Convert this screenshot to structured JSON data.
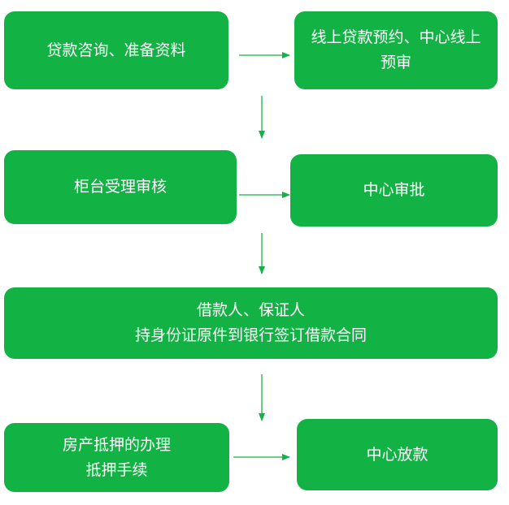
{
  "colors": {
    "box_fill": "#13b244",
    "box_text": "#ffffff",
    "arrow": "#13b244"
  },
  "steps": {
    "consult": {
      "lines": [
        "贷款咨询、准备资料"
      ]
    },
    "online_reserve": {
      "lines": [
        "线上贷款预约、中心线上",
        "预审"
      ]
    },
    "counter_review": {
      "lines": [
        "柜台受理审核"
      ]
    },
    "center_approve": {
      "lines": [
        "中心审批"
      ]
    },
    "sign_contract": {
      "lines": [
        "借款人、保证人",
        "持身份证原件到银行签订借款合同"
      ]
    },
    "mortgage": {
      "lines": [
        "房产抵押的办理",
        "抵押手续"
      ]
    },
    "disburse": {
      "lines": [
        "中心放款"
      ]
    }
  }
}
